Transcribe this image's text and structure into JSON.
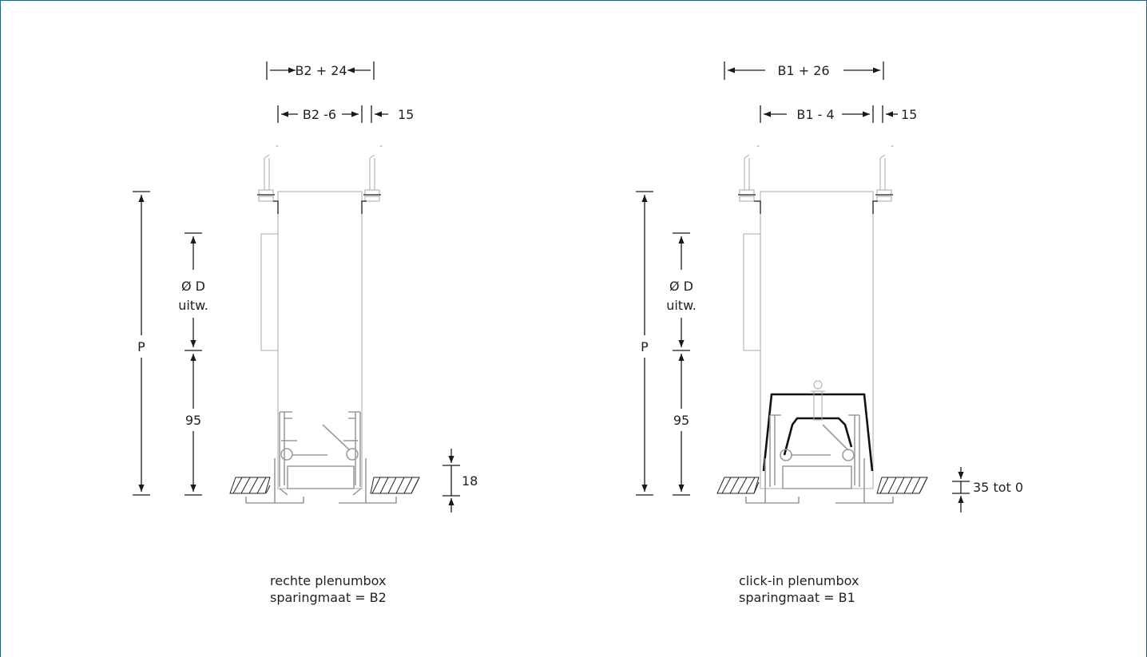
{
  "colors": {
    "border": "#2c5f79",
    "drawing": "#1a1a1a",
    "profile": "#9c9c9c",
    "background": "#ffffff"
  },
  "left_drawing": {
    "dim_top": "B2 + 24",
    "dim_inner": "B2 -6",
    "dim_side": "15",
    "dim_diameter_line1": "Ø D",
    "dim_diameter_line2": "uitw.",
    "dim_height": "P",
    "dim_lower": "95",
    "dim_right": "18",
    "caption_line1": "rechte plenumbox",
    "caption_line2": "sparingmaat = B2"
  },
  "right_drawing": {
    "dim_top": "B1 + 26",
    "dim_inner": "B1 - 4",
    "dim_side": "15",
    "dim_diameter_line1": "Ø D",
    "dim_diameter_line2": "uitw.",
    "dim_height": "P",
    "dim_lower": "95",
    "dim_right": "35 tot 0",
    "caption_line1": "click-in plenumbox",
    "caption_line2": "sparingmaat = B1"
  }
}
